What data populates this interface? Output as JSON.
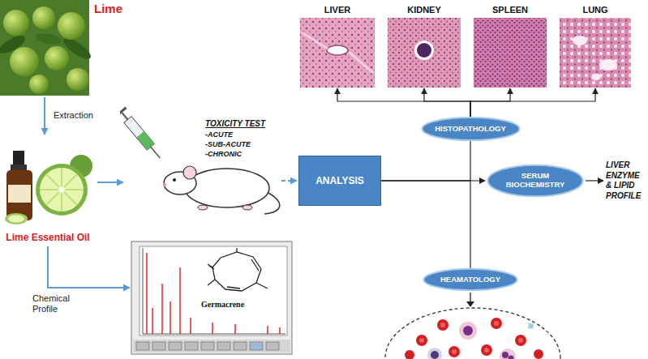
{
  "diagram": {
    "nodes": [
      {
        "text": [
          "Lime"
        ]
      },
      {
        "text": [
          "Lime Essential Oil"
        ]
      },
      {
        "text": [
          "Germacrene"
        ]
      },
      {
        "text": [
          "TOXICITY TEST",
          "-ACUTE",
          "-SUB-ACUTE",
          "-CHRONIC"
        ]
      },
      {
        "text": [
          "ANALYSIS"
        ]
      },
      {
        "text": [
          "HISTOPATHOLOGY"
        ]
      },
      {
        "text": [
          "SERUM BIOCHEMISTRY"
        ]
      },
      {
        "text": [
          "HEAMATOLOGY"
        ]
      },
      {
        "text": [
          "LIVER"
        ]
      },
      {
        "text": [
          "KIDNEY"
        ]
      },
      {
        "text": [
          "SPLEEN"
        ]
      },
      {
        "text": [
          "LUNG"
        ]
      },
      {
        "text": [
          "LIVER ENZYME & LIPID PROFILE"
        ]
      }
    ],
    "edges": [
      {
        "from": 0,
        "to": 1,
        "label": "Extraction",
        "arrow": "to"
      },
      {
        "from": 1,
        "to": 2,
        "label": "Chemical Profile",
        "arrow": "to"
      },
      {
        "from": 1,
        "to": 3,
        "arrow": "to"
      },
      {
        "from": 3,
        "to": 4,
        "arrow": "to"
      },
      {
        "from": 4,
        "to": 5,
        "arrow": "none"
      },
      {
        "from": 4,
        "to": 6,
        "arrow": "to"
      },
      {
        "from": 4,
        "to": 7,
        "arrow": "none"
      },
      {
        "from": 5,
        "to": 8,
        "arrow": "to"
      },
      {
        "from": 5,
        "to": 9,
        "arrow": "to"
      },
      {
        "from": 5,
        "to": 10,
        "arrow": "to"
      },
      {
        "from": 5,
        "to": 11,
        "arrow": "to"
      },
      {
        "from": 6,
        "to": 12,
        "arrow": "to"
      }
    ]
  }
}
